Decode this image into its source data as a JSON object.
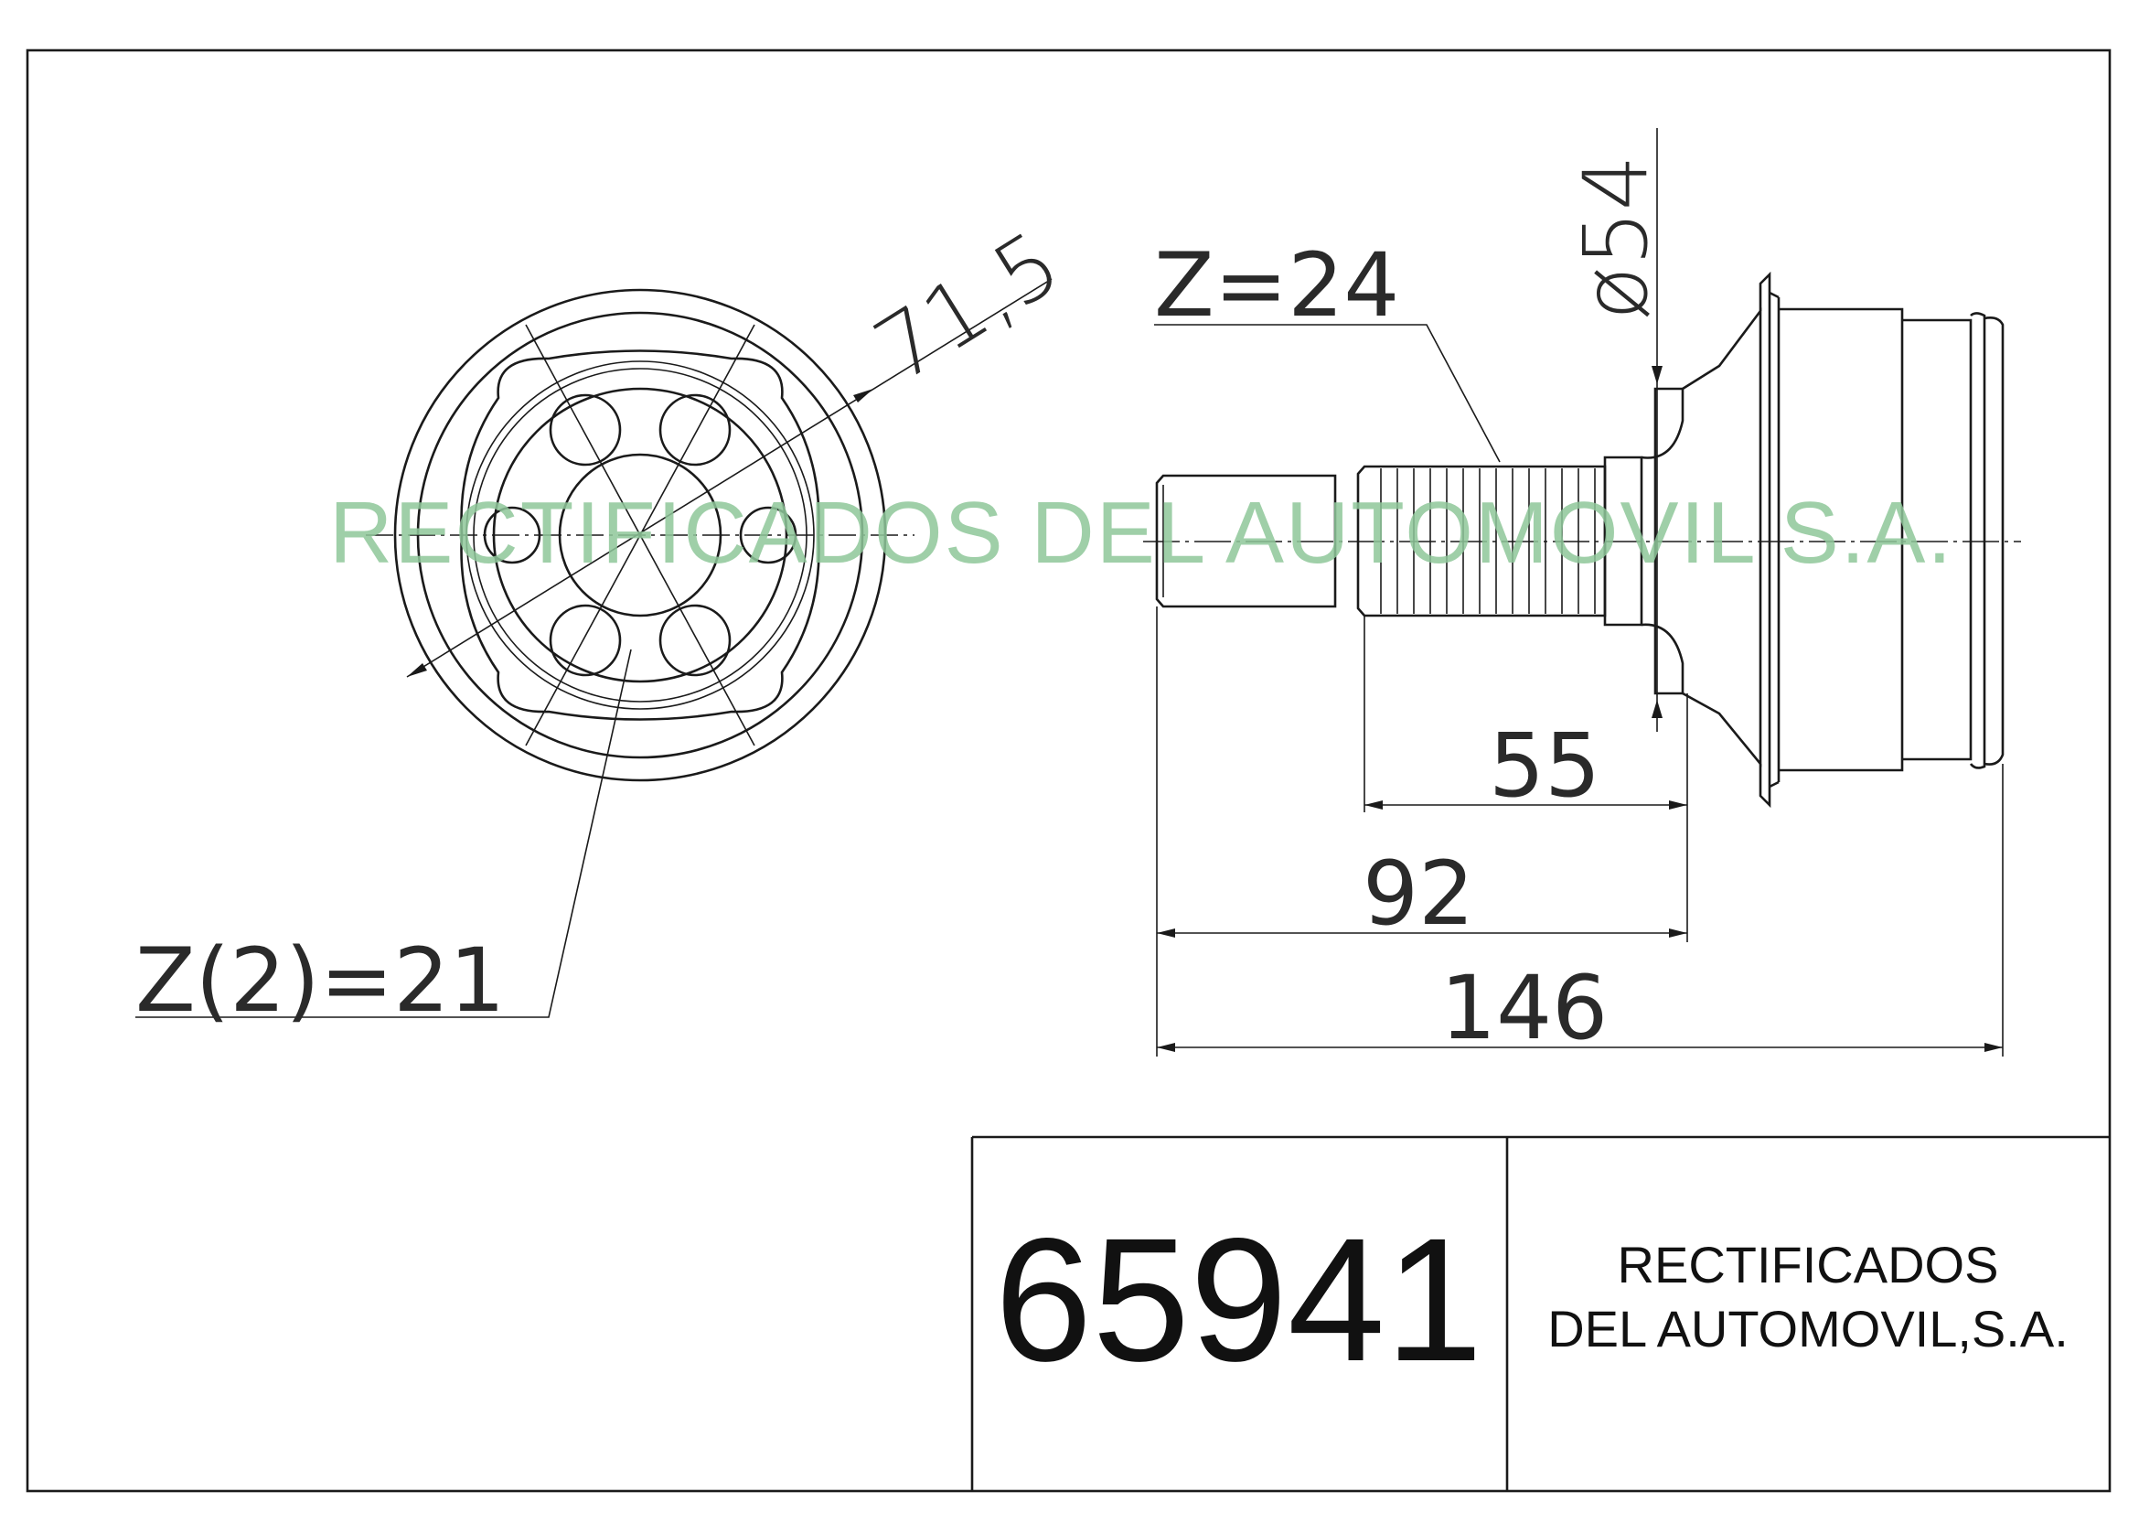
{
  "part_number": "65941",
  "company": {
    "line1": "RECTIFICADOS",
    "line2": "DEL AUTOMOVIL,S.A."
  },
  "watermark": "RECTIFICADOS DEL AUTOMOVIL S.A.",
  "dimensions": {
    "outer_diameter": "71,5",
    "bell_diameter": "ø54",
    "spline_teeth_shaft": "Z=24",
    "spline_teeth_inner": "Z(2)=21",
    "spline_length": "55",
    "shaft_length": "92",
    "total_length": "146"
  },
  "colors": {
    "line": "#1a1a1a",
    "watermark": "#8fc79a"
  }
}
